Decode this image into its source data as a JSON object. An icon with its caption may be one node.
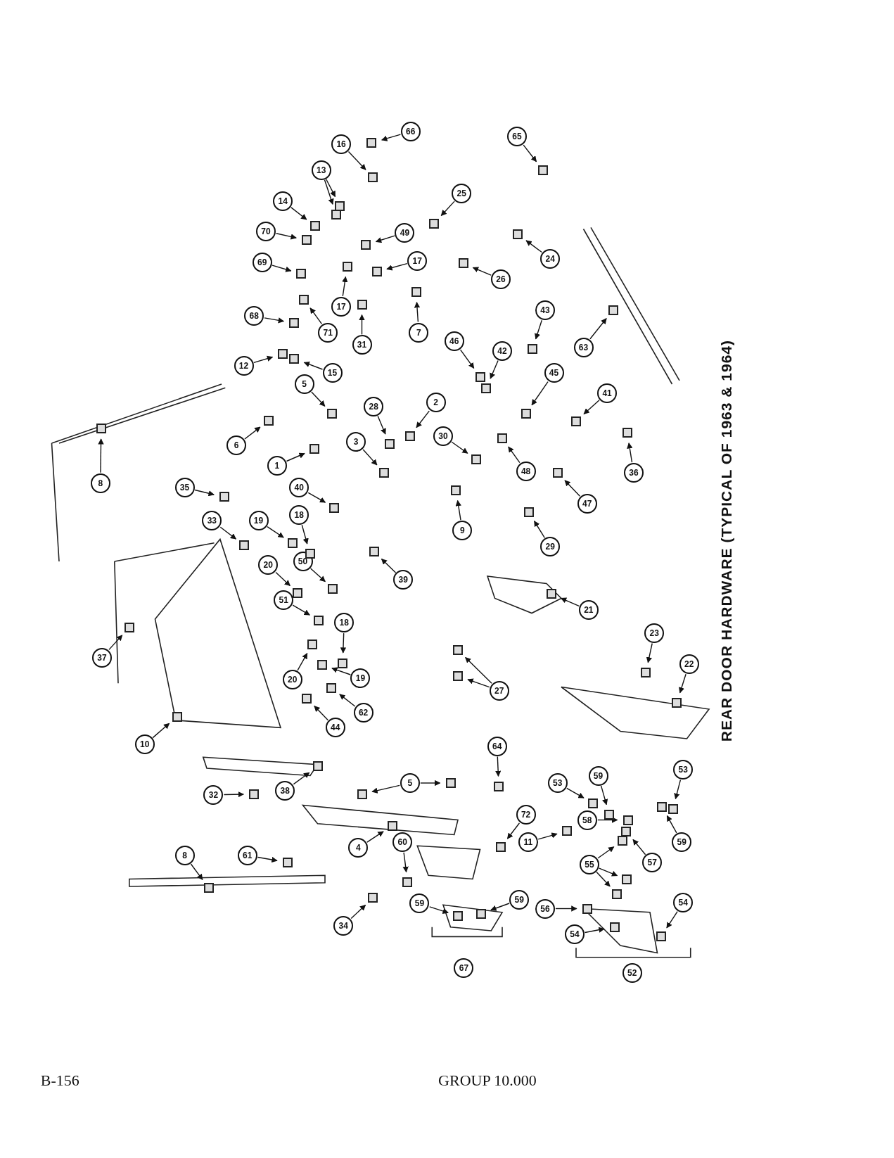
{
  "diagram": {
    "title": "REAR DOOR HARDWARE (TYPICAL OF 1963 & 1964)",
    "nodes": [
      {
        "text": [
          "66"
        ]
      },
      {
        "text": [
          "16"
        ]
      },
      {
        "text": [
          "65"
        ]
      },
      {
        "text": [
          "13"
        ]
      },
      {
        "text": [
          "14"
        ]
      },
      {
        "text": [
          "25"
        ]
      },
      {
        "text": [
          "70"
        ]
      },
      {
        "text": [
          "49"
        ]
      },
      {
        "text": [
          "24"
        ]
      },
      {
        "text": [
          "69"
        ]
      },
      {
        "text": [
          "17"
        ]
      },
      {
        "text": [
          "26"
        ]
      },
      {
        "text": [
          "17"
        ]
      },
      {
        "text": [
          "43"
        ]
      },
      {
        "text": [
          "68"
        ]
      },
      {
        "text": [
          "71"
        ]
      },
      {
        "text": [
          "7"
        ]
      },
      {
        "text": [
          "31"
        ]
      },
      {
        "text": [
          "46"
        ]
      },
      {
        "text": [
          "63"
        ]
      },
      {
        "text": [
          "42"
        ]
      },
      {
        "text": [
          "12"
        ]
      },
      {
        "text": [
          "15"
        ]
      },
      {
        "text": [
          "45"
        ]
      },
      {
        "text": [
          "5"
        ]
      },
      {
        "text": [
          "41"
        ]
      },
      {
        "text": [
          "2"
        ]
      },
      {
        "text": [
          "28"
        ]
      },
      {
        "text": [
          "30"
        ]
      },
      {
        "text": [
          "3"
        ]
      },
      {
        "text": [
          "6"
        ]
      },
      {
        "text": [
          "1"
        ]
      },
      {
        "text": [
          "48"
        ]
      },
      {
        "text": [
          "36"
        ]
      },
      {
        "text": [
          "8"
        ]
      },
      {
        "text": [
          "35"
        ]
      },
      {
        "text": [
          "40"
        ]
      },
      {
        "text": [
          "47"
        ]
      },
      {
        "text": [
          "18"
        ]
      },
      {
        "text": [
          "19"
        ]
      },
      {
        "text": [
          "33"
        ]
      },
      {
        "text": [
          "9"
        ]
      },
      {
        "text": [
          "29"
        ]
      },
      {
        "text": [
          "50"
        ]
      },
      {
        "text": [
          "20"
        ]
      },
      {
        "text": [
          "39"
        ]
      },
      {
        "text": [
          "51"
        ]
      },
      {
        "text": [
          "21"
        ]
      },
      {
        "text": [
          "18"
        ]
      },
      {
        "text": [
          "23"
        ]
      },
      {
        "text": [
          "37"
        ]
      },
      {
        "text": [
          "22"
        ]
      },
      {
        "text": [
          "19"
        ]
      },
      {
        "text": [
          "20"
        ]
      },
      {
        "text": [
          "27"
        ]
      },
      {
        "text": [
          "62"
        ]
      },
      {
        "text": [
          "44"
        ]
      },
      {
        "text": [
          "10"
        ]
      },
      {
        "text": [
          "64"
        ]
      },
      {
        "text": [
          "59"
        ]
      },
      {
        "text": [
          "53"
        ]
      },
      {
        "text": [
          "5"
        ]
      },
      {
        "text": [
          "53"
        ]
      },
      {
        "text": [
          "38"
        ]
      },
      {
        "text": [
          "32"
        ]
      },
      {
        "text": [
          "72"
        ]
      },
      {
        "text": [
          "58"
        ]
      },
      {
        "text": [
          "59"
        ]
      },
      {
        "text": [
          "11"
        ]
      },
      {
        "text": [
          "60"
        ]
      },
      {
        "text": [
          "4"
        ]
      },
      {
        "text": [
          "8"
        ]
      },
      {
        "text": [
          "61"
        ]
      },
      {
        "text": [
          "57"
        ]
      },
      {
        "text": [
          "55"
        ]
      },
      {
        "text": [
          "54"
        ]
      },
      {
        "text": [
          "59"
        ]
      },
      {
        "text": [
          "59"
        ]
      },
      {
        "text": [
          "56"
        ]
      },
      {
        "text": [
          "34"
        ]
      },
      {
        "text": [
          "54"
        ]
      },
      {
        "text": [
          "67"
        ]
      },
      {
        "text": [
          "52"
        ]
      },
      {
        "text": [],
        "shape": "box"
      },
      {
        "text": [],
        "shape": "box"
      },
      {
        "text": [],
        "shape": "box"
      },
      {
        "text": [],
        "shape": "box"
      },
      {
        "text": [],
        "shape": "box"
      },
      {
        "text": [],
        "shape": "box"
      },
      {
        "text": [],
        "shape": "box"
      },
      {
        "text": [],
        "shape": "box"
      },
      {
        "text": [],
        "shape": "box"
      },
      {
        "text": [],
        "shape": "box"
      },
      {
        "text": [],
        "shape": "box"
      },
      {
        "text": [],
        "shape": "box"
      },
      {
        "text": [],
        "shape": "box"
      },
      {
        "text": [],
        "shape": "box"
      },
      {
        "text": [],
        "shape": "box"
      },
      {
        "text": [],
        "shape": "box"
      },
      {
        "text": [],
        "shape": "box"
      },
      {
        "text": [],
        "shape": "box"
      },
      {
        "text": [],
        "shape": "box"
      },
      {
        "text": [],
        "shape": "box"
      },
      {
        "text": [],
        "shape": "box"
      },
      {
        "text": [],
        "shape": "box"
      },
      {
        "text": [],
        "shape": "box"
      },
      {
        "text": [],
        "shape": "box"
      },
      {
        "text": [],
        "shape": "box"
      },
      {
        "text": [],
        "shape": "box"
      },
      {
        "text": [],
        "shape": "box"
      },
      {
        "text": [],
        "shape": "box"
      },
      {
        "text": [],
        "shape": "box"
      },
      {
        "text": [],
        "shape": "box"
      },
      {
        "text": [],
        "shape": "box"
      },
      {
        "text": [],
        "shape": "box"
      },
      {
        "text": [],
        "shape": "box"
      },
      {
        "text": [],
        "shape": "box"
      },
      {
        "text": [],
        "shape": "box"
      },
      {
        "text": [],
        "shape": "box"
      },
      {
        "text": [],
        "shape": "box"
      },
      {
        "text": [],
        "shape": "box"
      },
      {
        "text": [],
        "shape": "box"
      },
      {
        "text": [],
        "shape": "box"
      },
      {
        "text": [],
        "shape": "box"
      },
      {
        "text": [],
        "shape": "box"
      },
      {
        "text": [],
        "shape": "box"
      },
      {
        "text": [],
        "shape": "box"
      },
      {
        "text": [],
        "shape": "box"
      },
      {
        "text": [],
        "shape": "box"
      },
      {
        "text": [],
        "shape": "box"
      },
      {
        "text": [],
        "shape": "box"
      },
      {
        "text": [],
        "shape": "box"
      },
      {
        "text": [],
        "shape": "box"
      },
      {
        "text": [],
        "shape": "box"
      },
      {
        "text": [],
        "shape": "box"
      },
      {
        "text": [],
        "shape": "box"
      },
      {
        "text": [],
        "shape": "box"
      },
      {
        "text": [],
        "shape": "box"
      },
      {
        "text": [],
        "shape": "box"
      },
      {
        "text": [],
        "shape": "box"
      },
      {
        "text": [],
        "shape": "box"
      },
      {
        "text": [],
        "shape": "box"
      },
      {
        "text": [],
        "shape": "box"
      },
      {
        "text": [],
        "shape": "box"
      },
      {
        "text": [],
        "shape": "box"
      },
      {
        "text": [],
        "shape": "box"
      },
      {
        "text": [],
        "shape": "box"
      },
      {
        "text": [],
        "shape": "box"
      },
      {
        "text": [],
        "shape": "box"
      },
      {
        "text": [],
        "shape": "box"
      },
      {
        "text": [],
        "shape": "box"
      },
      {
        "text": [],
        "shape": "box"
      },
      {
        "text": [],
        "shape": "box"
      },
      {
        "text": [],
        "shape": "box"
      },
      {
        "text": [],
        "shape": "box"
      },
      {
        "text": [],
        "shape": "box"
      },
      {
        "text": [],
        "shape": "box"
      },
      {
        "text": [],
        "shape": "box"
      },
      {
        "text": [],
        "shape": "box"
      },
      {
        "text": [],
        "shape": "box"
      },
      {
        "text": [],
        "shape": "box"
      },
      {
        "text": [],
        "shape": "box"
      },
      {
        "text": [],
        "shape": "box"
      },
      {
        "text": [],
        "shape": "box"
      },
      {
        "text": [],
        "shape": "box"
      },
      {
        "text": [],
        "shape": "box"
      },
      {
        "text": [],
        "shape": "box"
      },
      {
        "text": [],
        "shape": "box"
      },
      {
        "text": [],
        "shape": "box"
      }
    ],
    "edges": [
      {
        "from": 0,
        "to": 83,
        "arrow": "to"
      },
      {
        "from": 1,
        "to": 84,
        "arrow": "to"
      },
      {
        "from": 2,
        "to": 85,
        "arrow": "to"
      },
      {
        "from": 3,
        "to": 86,
        "arrow": "to"
      },
      {
        "from": 3,
        "to": 87,
        "arrow": "to"
      },
      {
        "from": 4,
        "to": 88,
        "arrow": "to"
      },
      {
        "from": 5,
        "to": 89,
        "arrow": "to"
      },
      {
        "from": 6,
        "to": 90,
        "arrow": "to"
      },
      {
        "from": 7,
        "to": 91,
        "arrow": "to"
      },
      {
        "from": 8,
        "to": 92,
        "arrow": "to"
      },
      {
        "from": 9,
        "to": 93,
        "arrow": "to"
      },
      {
        "from": 10,
        "to": 94,
        "arrow": "to"
      },
      {
        "from": 11,
        "to": 95,
        "arrow": "to"
      },
      {
        "from": 12,
        "to": 96,
        "arrow": "to"
      },
      {
        "from": 13,
        "to": 97,
        "arrow": "to"
      },
      {
        "from": 14,
        "to": 98,
        "arrow": "to"
      },
      {
        "from": 15,
        "to": 99,
        "arrow": "to"
      },
      {
        "from": 16,
        "to": 100,
        "arrow": "to"
      },
      {
        "from": 17,
        "to": 101,
        "arrow": "to"
      },
      {
        "from": 18,
        "to": 102,
        "arrow": "to"
      },
      {
        "from": 19,
        "to": 103,
        "arrow": "to"
      },
      {
        "from": 20,
        "to": 104,
        "arrow": "to"
      },
      {
        "from": 21,
        "to": 105,
        "arrow": "to"
      },
      {
        "from": 22,
        "to": 106,
        "arrow": "to"
      },
      {
        "from": 23,
        "to": 107,
        "arrow": "to"
      },
      {
        "from": 24,
        "to": 108,
        "arrow": "to"
      },
      {
        "from": 25,
        "to": 109,
        "arrow": "to"
      },
      {
        "from": 26,
        "to": 110,
        "arrow": "to"
      },
      {
        "from": 27,
        "to": 111,
        "arrow": "to"
      },
      {
        "from": 28,
        "to": 112,
        "arrow": "to"
      },
      {
        "from": 29,
        "to": 113,
        "arrow": "to"
      },
      {
        "from": 30,
        "to": 114,
        "arrow": "to"
      },
      {
        "from": 31,
        "to": 115,
        "arrow": "to"
      },
      {
        "from": 32,
        "to": 116,
        "arrow": "to"
      },
      {
        "from": 33,
        "to": 117,
        "arrow": "to"
      },
      {
        "from": 34,
        "to": 118,
        "arrow": "to"
      },
      {
        "from": 35,
        "to": 119,
        "arrow": "to"
      },
      {
        "from": 36,
        "to": 120,
        "arrow": "to"
      },
      {
        "from": 37,
        "to": 121,
        "arrow": "to"
      },
      {
        "from": 38,
        "to": 122,
        "arrow": "to"
      },
      {
        "from": 39,
        "to": 123,
        "arrow": "to"
      },
      {
        "from": 40,
        "to": 124,
        "arrow": "to"
      },
      {
        "from": 41,
        "to": 125,
        "arrow": "to"
      },
      {
        "from": 42,
        "to": 126,
        "arrow": "to"
      },
      {
        "from": 43,
        "to": 127,
        "arrow": "to"
      },
      {
        "from": 44,
        "to": 128,
        "arrow": "to"
      },
      {
        "from": 45,
        "to": 129,
        "arrow": "to"
      },
      {
        "from": 46,
        "to": 130,
        "arrow": "to"
      },
      {
        "from": 47,
        "to": 131,
        "arrow": "to"
      },
      {
        "from": 48,
        "to": 132,
        "arrow": "to"
      },
      {
        "from": 49,
        "to": 133,
        "arrow": "to"
      },
      {
        "from": 50,
        "to": 134,
        "arrow": "to"
      },
      {
        "from": 51,
        "to": 135,
        "arrow": "to"
      },
      {
        "from": 52,
        "to": 136,
        "arrow": "to"
      },
      {
        "from": 53,
        "to": 137,
        "arrow": "to"
      },
      {
        "from": 54,
        "to": 138,
        "arrow": "to"
      },
      {
        "from": 54,
        "to": 139,
        "arrow": "to"
      },
      {
        "from": 55,
        "to": 140,
        "arrow": "to"
      },
      {
        "from": 56,
        "to": 141,
        "arrow": "to"
      },
      {
        "from": 57,
        "to": 142,
        "arrow": "to"
      },
      {
        "from": 58,
        "to": 143,
        "arrow": "to"
      },
      {
        "from": 59,
        "to": 144,
        "arrow": "to"
      },
      {
        "from": 60,
        "to": 145,
        "arrow": "to"
      },
      {
        "from": 61,
        "to": 146,
        "arrow": "to"
      },
      {
        "from": 61,
        "to": 147,
        "arrow": "to"
      },
      {
        "from": 62,
        "to": 148,
        "arrow": "to"
      },
      {
        "from": 63,
        "to": 149,
        "arrow": "to"
      },
      {
        "from": 64,
        "to": 150,
        "arrow": "to"
      },
      {
        "from": 65,
        "to": 151,
        "arrow": "to"
      },
      {
        "from": 66,
        "to": 152,
        "arrow": "to"
      },
      {
        "from": 67,
        "to": 153,
        "arrow": "to"
      },
      {
        "from": 68,
        "to": 154,
        "arrow": "to"
      },
      {
        "from": 69,
        "to": 155,
        "arrow": "to"
      },
      {
        "from": 70,
        "to": 156,
        "arrow": "to"
      },
      {
        "from": 71,
        "to": 157,
        "arrow": "to"
      },
      {
        "from": 72,
        "to": 158,
        "arrow": "to"
      },
      {
        "from": 73,
        "to": 159,
        "arrow": "to"
      },
      {
        "from": 74,
        "to": 160,
        "arrow": "to"
      },
      {
        "from": 74,
        "to": 161,
        "arrow": "to"
      },
      {
        "from": 74,
        "to": 162,
        "arrow": "to"
      },
      {
        "from": 75,
        "to": 163,
        "arrow": "to"
      },
      {
        "from": 76,
        "to": 164,
        "arrow": "to"
      },
      {
        "from": 77,
        "to": 165,
        "arrow": "to"
      },
      {
        "from": 78,
        "to": 166,
        "arrow": "to"
      },
      {
        "from": 79,
        "to": 167,
        "arrow": "to"
      },
      {
        "from": 80,
        "to": 168,
        "arrow": "to"
      }
    ],
    "labels": [
      "B-156",
      "GROUP 10.000"
    ]
  }
}
